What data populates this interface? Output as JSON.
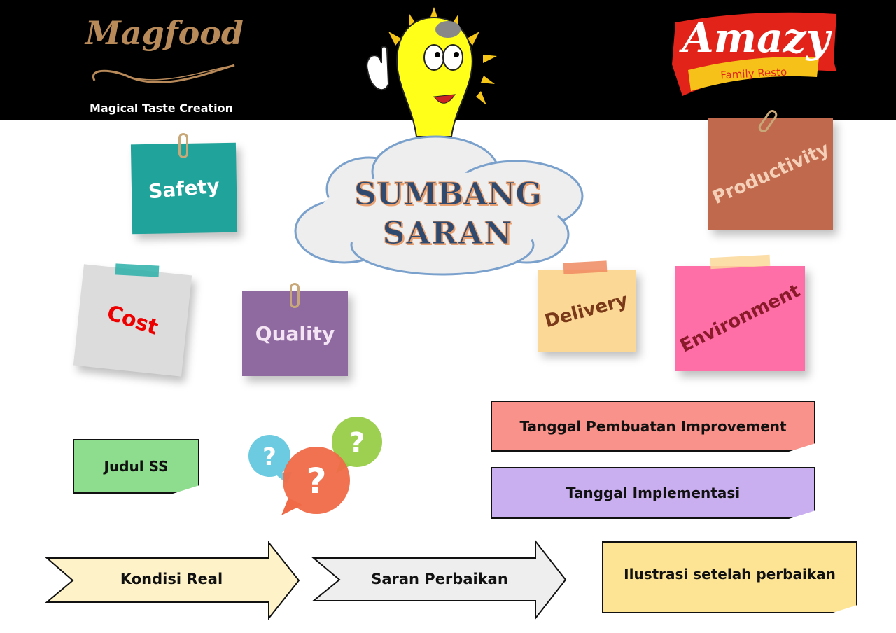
{
  "header": {
    "left_logo": {
      "name": "Magfood",
      "tagline": "Magical Taste Creation"
    },
    "right_logo": {
      "name": "Amazy",
      "tagline": "Family Resto"
    }
  },
  "title": {
    "line1": "SUMBANG",
    "line2": "SARAN"
  },
  "notes": {
    "safety": "Safety",
    "productivity": "Productivity",
    "cost": "Cost",
    "quality": "Quality",
    "delivery": "Delivery",
    "environment": "Environment"
  },
  "form": {
    "judul": "Judul SS",
    "tanggal_pembuatan": "Tanggal Pembuatan Improvement",
    "tanggal_implementasi": "Tanggal Implementasi",
    "kondisi_real": "Kondisi Real",
    "saran_perbaikan": "Saran Perbaikan",
    "ilustrasi": "Ilustrasi setelah perbaikan"
  },
  "colors": {
    "safety": "#1fa39a",
    "productivity": "#c0694d",
    "cost": "#dcdcdc",
    "quality": "#8e6aa0",
    "delivery": "#fcd896",
    "environment": "#fe6fa8",
    "judul": "#8edc8e",
    "pembuatan": "#f8928a",
    "implementasi": "#c9aef0",
    "kondisi": "#fef3c8",
    "saran": "#eeeeee",
    "ilustrasi": "#fde394"
  },
  "bubbles": [
    "?",
    "?",
    "?"
  ]
}
